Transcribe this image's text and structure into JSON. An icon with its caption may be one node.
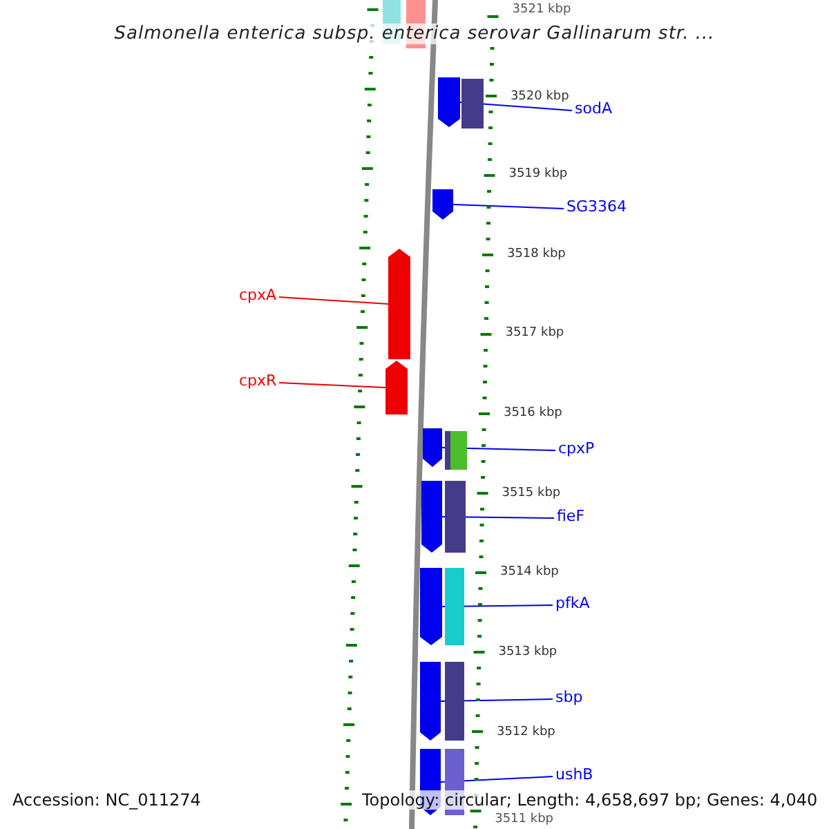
{
  "diagram": {
    "title": "Salmonella enterica subsp. enterica serovar Gallinarum str. ...",
    "nodes": [
      {
        "text": [
          "sodA"
        ]
      },
      {
        "text": [],
        "shape": "arrow"
      },
      {
        "text": [
          "SG3364"
        ]
      },
      {
        "text": [],
        "shape": "arrow"
      },
      {
        "text": [
          "cpxA"
        ]
      },
      {
        "text": [],
        "shape": "arrow"
      },
      {
        "text": [
          "cpxR"
        ]
      },
      {
        "text": [],
        "shape": "arrow"
      },
      {
        "text": [
          "cpxP"
        ]
      },
      {
        "text": [],
        "shape": "arrow"
      },
      {
        "text": [
          "fieF"
        ]
      },
      {
        "text": [],
        "shape": "arrow"
      },
      {
        "text": [
          "pfkA"
        ]
      },
      {
        "text": [],
        "shape": "arrow"
      },
      {
        "text": [
          "sbp"
        ]
      },
      {
        "text": [],
        "shape": "arrow"
      },
      {
        "text": [
          "ushB"
        ]
      },
      {
        "text": [],
        "shape": "arrow"
      }
    ],
    "edges": [
      {
        "from": 0,
        "to": 1,
        "arrow": "none"
      },
      {
        "from": 2,
        "to": 3,
        "arrow": "none"
      },
      {
        "from": 4,
        "to": 5,
        "arrow": "none",
        "color": "#ee0000"
      },
      {
        "from": 6,
        "to": 7,
        "arrow": "none",
        "color": "#ee0000"
      },
      {
        "from": 8,
        "to": 9,
        "arrow": "none"
      },
      {
        "from": 10,
        "to": 11,
        "arrow": "none"
      },
      {
        "from": 12,
        "to": 13,
        "arrow": "none"
      },
      {
        "from": 14,
        "to": 15,
        "arrow": "none"
      },
      {
        "from": 16,
        "to": 17,
        "arrow": "none"
      }
    ],
    "labels": [
      "3521 kbp",
      "3520 kbp",
      "3519 kbp",
      "3518 kbp",
      "3517 kbp",
      "3516 kbp",
      "3515 kbp",
      "3514 kbp",
      "3513 kbp",
      "3512 kbp",
      "3511 kbp",
      "Accession: NC_011274",
      "Topology: circular; Length: 4,658,697 bp; Genes: 4,040"
    ]
  }
}
